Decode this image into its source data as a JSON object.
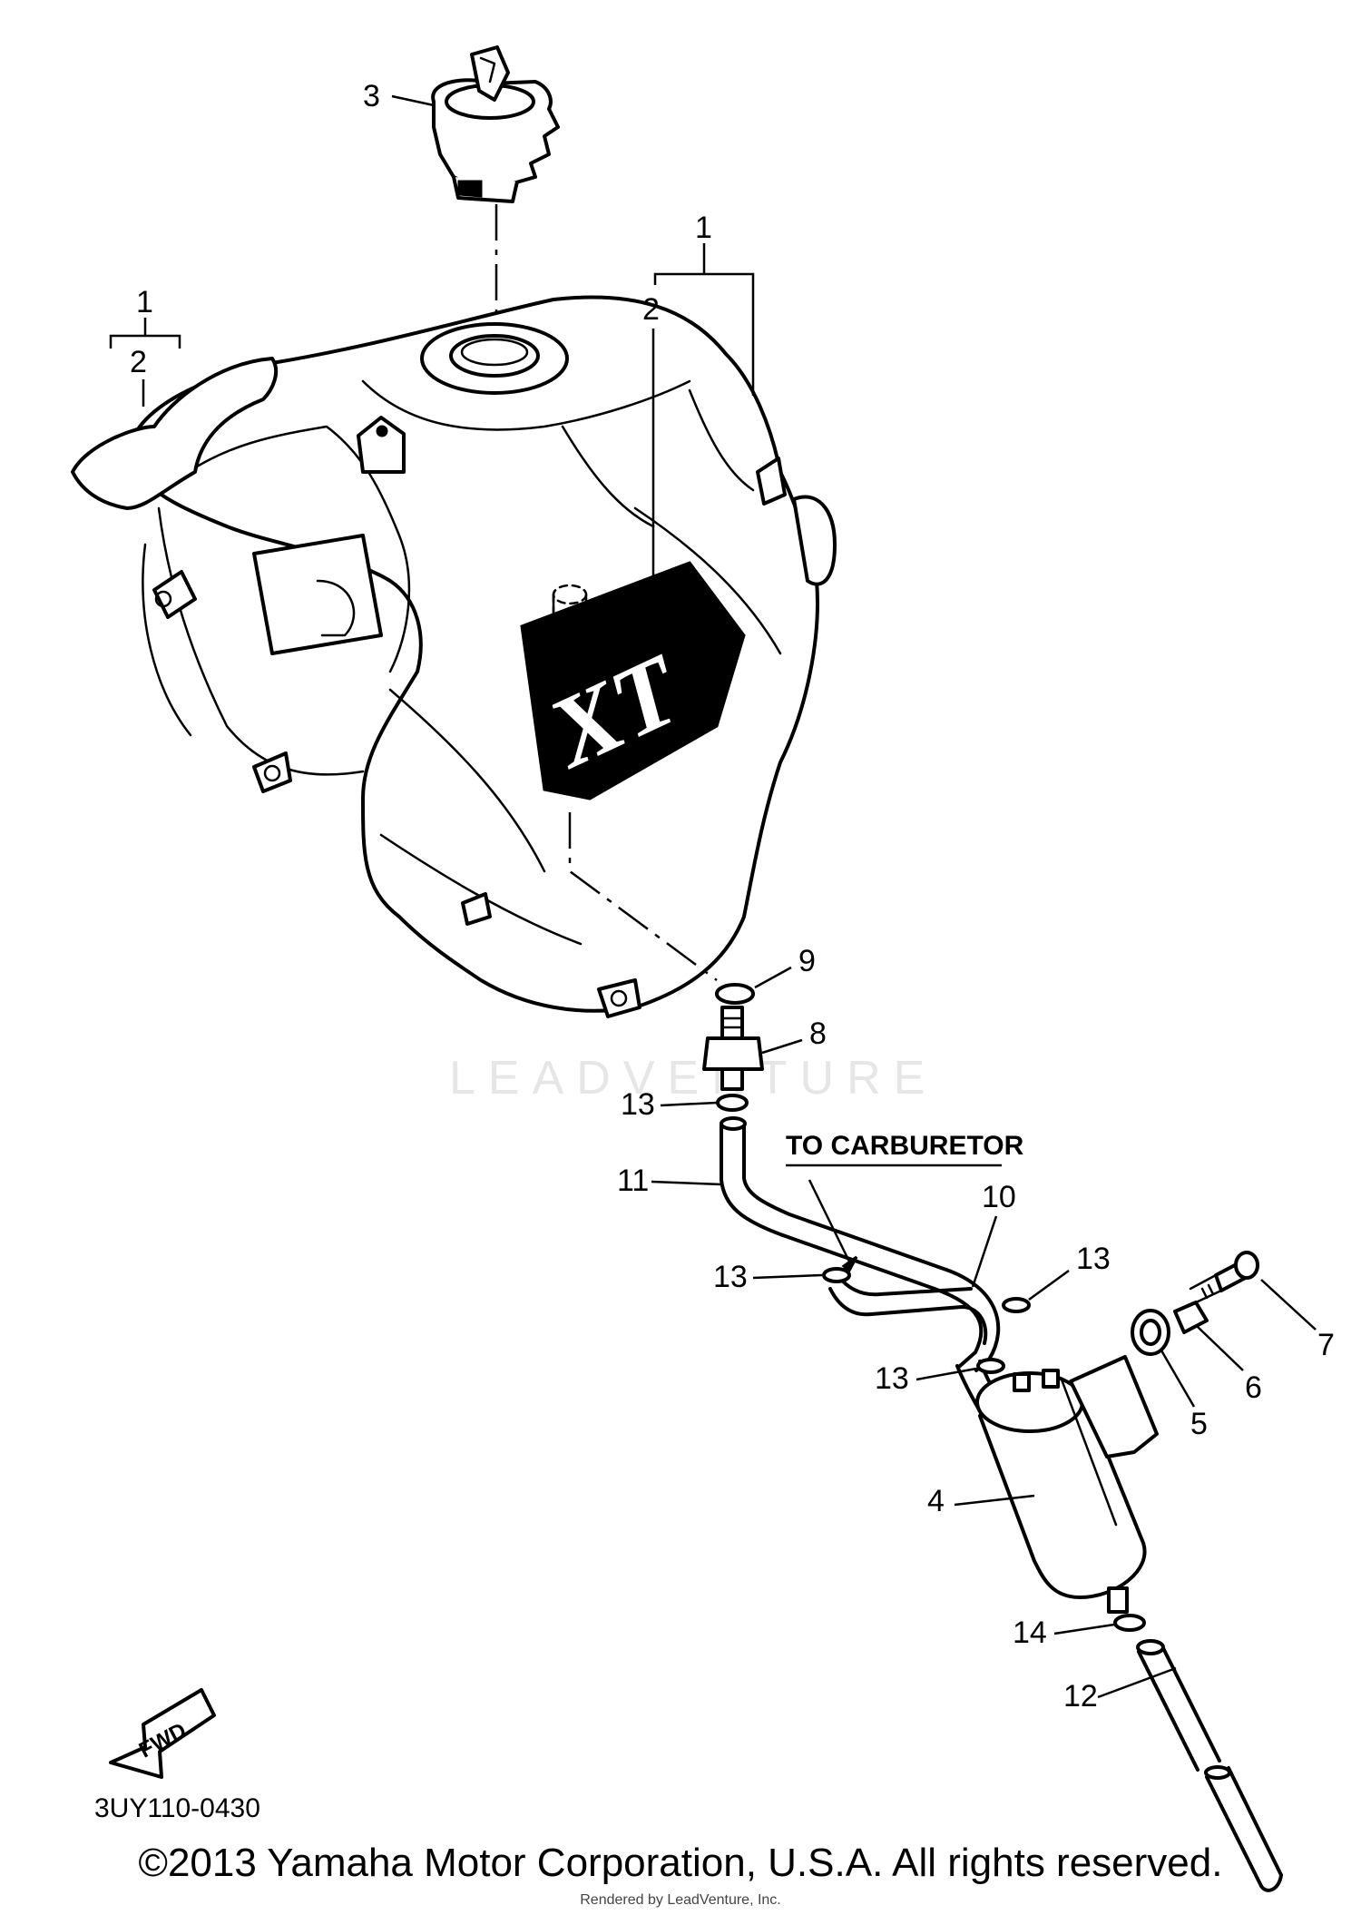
{
  "callouts": {
    "c1_left": "1",
    "c2_left": "2",
    "c1_right": "1",
    "c2_right": "2",
    "c3": "3",
    "c4": "4",
    "c5": "5",
    "c6": "6",
    "c7": "7",
    "c8": "8",
    "c9": "9",
    "c10": "10",
    "c11": "11",
    "c12": "12",
    "c13_a": "13",
    "c13_b": "13",
    "c13_c": "13",
    "c13_d": "13",
    "c14": "14"
  },
  "note": "TO CARBURETOR",
  "fwd_label": "FWD",
  "tank_emblem": "XT",
  "diagram_code": "3UY110-0430",
  "watermark": "LEADVENTURE",
  "copyright": "©2013 Yamaha Motor Corporation, U.S.A. All rights reserved.",
  "rendered_by": "Rendered by LeadVenture, Inc."
}
